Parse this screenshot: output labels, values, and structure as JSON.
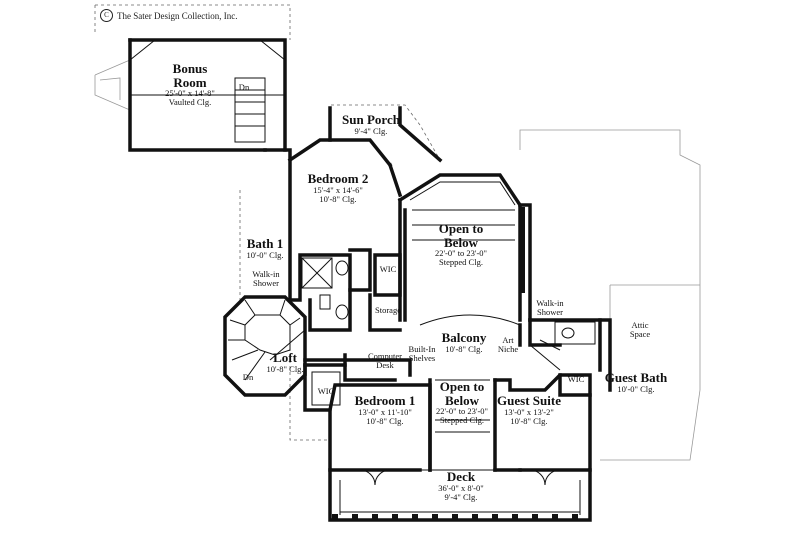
{
  "copyright": {
    "mark": "C",
    "text": "The Sater Design Collection, Inc."
  },
  "rooms": {
    "bonus_room": {
      "title": "Bonus Room",
      "title_lines": [
        "Bonus",
        "Room"
      ],
      "dims": "25'-0\" x 14'-8\"",
      "ceiling": "Vaulted Clg."
    },
    "sun_porch": {
      "title": "Sun Porch",
      "ceiling": "9'-4\" Clg."
    },
    "bedroom2": {
      "title": "Bedroom 2",
      "dims": "15'-4\" x 14'-6\"",
      "ceiling": "10'-8\" Clg."
    },
    "open_below_1": {
      "title_lines": [
        "Open to",
        "Below"
      ],
      "dims": "22'-0\" to 23'-0\"",
      "ceiling": "Stepped Clg."
    },
    "bath1": {
      "title": "Bath 1",
      "ceiling": "10'-0\" Clg."
    },
    "walkin_shower_1": {
      "lines": [
        "Walk-in",
        "Shower"
      ]
    },
    "wic_1": {
      "title": "WIC"
    },
    "storage": {
      "title": "Storage"
    },
    "balcony": {
      "title": "Balcony",
      "ceiling": "10'-8\" Clg."
    },
    "walkin_shower_2": {
      "lines": [
        "Walk-in",
        "Shower"
      ]
    },
    "attic_space": {
      "lines": [
        "Attic",
        "Space"
      ]
    },
    "art_niche": {
      "lines": [
        "Art",
        "Niche"
      ]
    },
    "loft": {
      "title": "Loft",
      "ceiling": "10'-8\" Clg."
    },
    "computer_desk": {
      "lines": [
        "Computer",
        "Desk"
      ]
    },
    "builtin_shelves": {
      "lines": [
        "Built-In",
        "Shelves"
      ]
    },
    "wic_2": {
      "title": "WIC"
    },
    "bedroom1": {
      "title": "Bedroom 1",
      "dims": "13'-0\" x 11'-10\"",
      "ceiling": "10'-8\" Clg."
    },
    "open_below_2": {
      "title_lines": [
        "Open to",
        "Below"
      ],
      "dims": "22'-0\" to 23'-0\"",
      "ceiling": "Stepped Clg."
    },
    "guest_suite": {
      "title": "Guest Suite",
      "dims": "13'-0\" x 13'-2\"",
      "ceiling": "10'-8\" Clg."
    },
    "wic_3": {
      "title": "WIC"
    },
    "guest_bath": {
      "title": "Guest Bath",
      "ceiling": "10'-0\" Clg."
    },
    "deck": {
      "title": "Deck",
      "dims": "36'-0\" x 8'-0\"",
      "ceiling": "9'-4\" Clg."
    }
  },
  "stairs": {
    "dn_bonus": "Dn",
    "dn_loft": "Dn"
  }
}
